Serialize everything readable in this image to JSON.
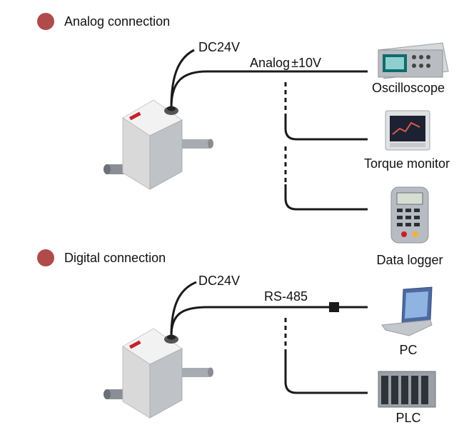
{
  "analog": {
    "heading": "Analog connection",
    "power_label": "DC24V",
    "signal_label": "Analog",
    "signal_value": "±10V",
    "devices": [
      "Oscilloscope",
      "Torque monitor",
      "Data logger"
    ]
  },
  "digital": {
    "heading": "Digital connection",
    "power_label": "DC24V",
    "signal_label": "RS-485",
    "devices": [
      "PC",
      "PLC"
    ]
  },
  "colors": {
    "bullet": "#b14a4a",
    "wire": "#1a1a1a"
  }
}
